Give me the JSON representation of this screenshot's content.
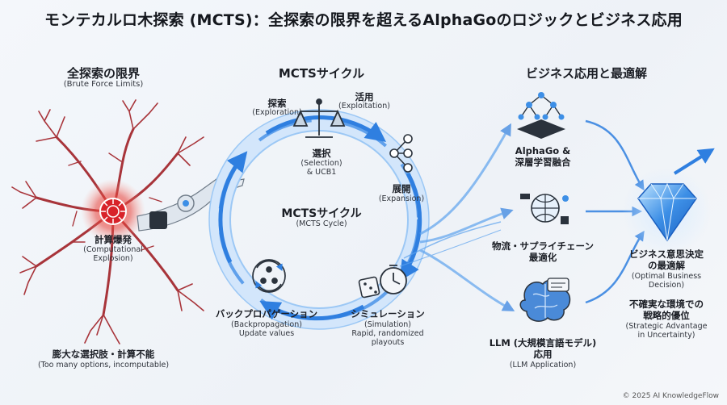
{
  "title": "モンテカルロ木探索 (MCTS)：全探索の限界を超えるAlphaGoのロジックとビジネス応用",
  "left": {
    "heading": "全探索の限界",
    "heading_sub": "(Brute Force Limits)",
    "explosion_label": "計算爆発",
    "explosion_sub1": "(Computational",
    "explosion_sub2": "Explosion)",
    "bottom_label": "膨大な選択肢・計算不能",
    "bottom_sub": "(Too many options, incomputable)"
  },
  "cycle": {
    "heading": "MCTSサイクル",
    "center_label": "MCTSサイクル",
    "center_sub": "(MCTS Cycle)",
    "explore_label": "探索",
    "explore_sub": "(Exploration)",
    "exploit_label": "活用",
    "exploit_sub": "(Exploitation)",
    "selection_label": "選択",
    "selection_sub1": "(Selection)",
    "selection_sub2": "& UCB1",
    "expansion_label": "展開",
    "expansion_sub": "(Expansion)",
    "simulation_label": "シミュレーション",
    "simulation_sub1": "(Simulation)",
    "simulation_sub2": "Rapid, randomized",
    "simulation_sub3": "playouts",
    "backprop_label": "バックプロパゲーション",
    "backprop_sub1": "(Backpropagation)",
    "backprop_sub2": "Update values"
  },
  "right": {
    "heading": "ビジネス応用と最適解",
    "alphago_label1": "AlphaGo &",
    "alphago_label2": "深層学習融合",
    "logistics_label1": "物流・サプライチェーン",
    "logistics_label2": "最適化",
    "llm_label1": "LLM (大規模言語モデル)",
    "llm_label2": "応用",
    "llm_sub": "(LLM Application)",
    "optimal_label1": "ビジネス意思決定",
    "optimal_label2": "の最適解",
    "optimal_sub1": "(Optimal Business",
    "optimal_sub2": "Decision)",
    "advantage_label1": "不確実な環境での",
    "advantage_label2": "戦略的優位",
    "advantage_sub1": "(Strategic Advantage",
    "advantage_sub2": "in Uncertainty)"
  },
  "copyright": "© 2025 AI KnowledgeFlow",
  "colors": {
    "accent_blue": "#2f7fe0",
    "explosion_red": "#d8232a",
    "tree_red": "#a8343a"
  }
}
